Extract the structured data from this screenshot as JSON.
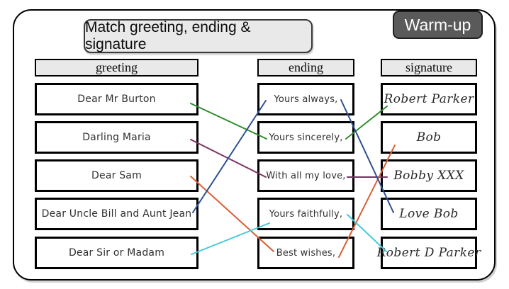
{
  "badge": "Warm-up",
  "title": "Match greeting, ending & signature",
  "columns": [
    {
      "header": "greeting",
      "items": [
        "Dear Mr Burton",
        "Darling Maria",
        "Dear Sam",
        "Dear Uncle Bill and Aunt Jean",
        "Dear Sir or Madam"
      ]
    },
    {
      "header": "ending",
      "items": [
        "Yours always,",
        "Yours sincerely,",
        "With all my love,",
        "Yours faithfully,",
        "Best wishes,"
      ]
    },
    {
      "header": "signature",
      "items": [
        "Robert Parker",
        "Bob",
        "Bobby XXX",
        "Love Bob",
        "Robert D Parker"
      ]
    }
  ],
  "connections": [
    {
      "id": "burton",
      "from": "Dear Mr Burton",
      "via": "Yours sincerely,",
      "to": "Robert Parker",
      "color": "#2e8b2e",
      "segments": [
        [
          269,
          146,
          376,
          196
        ],
        [
          488,
          196,
          546,
          150
        ]
      ]
    },
    {
      "id": "maria",
      "from": "Darling Maria",
      "via": "With all my love,",
      "to": "Bobby XXX",
      "color": "#7d3163",
      "segments": [
        [
          269,
          197,
          375,
          250
        ],
        [
          490,
          250,
          546,
          250
        ]
      ]
    },
    {
      "id": "sam",
      "from": "Dear Sam",
      "via": "Best wishes,",
      "to": "Bob",
      "color": "#d95f39",
      "segments": [
        [
          269,
          249,
          386,
          355
        ],
        [
          478,
          363,
          557,
          205
        ]
      ]
    },
    {
      "id": "uncle-bill",
      "from": "Dear Uncle Bill and Aunt Jean",
      "via": "Yours always,",
      "to": "Love Bob",
      "color": "#2e5090",
      "segments": [
        [
          272,
          300,
          375,
          142
        ],
        [
          481,
          141,
          555,
          300
        ]
      ]
    },
    {
      "id": "sir-madam",
      "from": "Dear Sir or Madam",
      "via": "Yours faithfully,",
      "to": "Robert D Parker",
      "color": "#45c8d8",
      "segments": [
        [
          270,
          359,
          380,
          315
        ],
        [
          490,
          303,
          545,
          355
        ]
      ]
    }
  ],
  "colors": {
    "badge_bg": "#5a5a5a",
    "badge_text": "#ffffff",
    "badge_border": "#1f1f1f",
    "panel_bg": "#e9e9e9",
    "box_border": "#000000",
    "line_width": 2
  }
}
